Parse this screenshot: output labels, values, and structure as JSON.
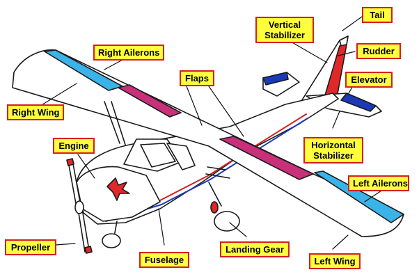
{
  "labels": {
    "tail": "Tail",
    "vertical_stabilizer": "Vertical Stabilizer",
    "rudder": "Rudder",
    "right_ailerons": "Right Ailerons",
    "flaps": "Flaps",
    "elevator": "Elevator",
    "right_wing": "Right Wing",
    "engine": "Engine",
    "horizontal_stabilizer": "Horizontal Stabilizer",
    "left_ailerons": "Left Ailerons",
    "propeller": "Propeller",
    "fuselage": "Fuselage",
    "landing_gear": "Landing Gear",
    "left_wing": "Left Wing"
  },
  "colors": {
    "label_fill": "#ffff3c",
    "label_border": "#d42020",
    "aileron_blue": "#3ab4e8",
    "flap_magenta": "#c8307a",
    "rudder_red": "#e02828",
    "elevator_blue": "#1a3ab8",
    "outline": "#1a1a1a"
  }
}
